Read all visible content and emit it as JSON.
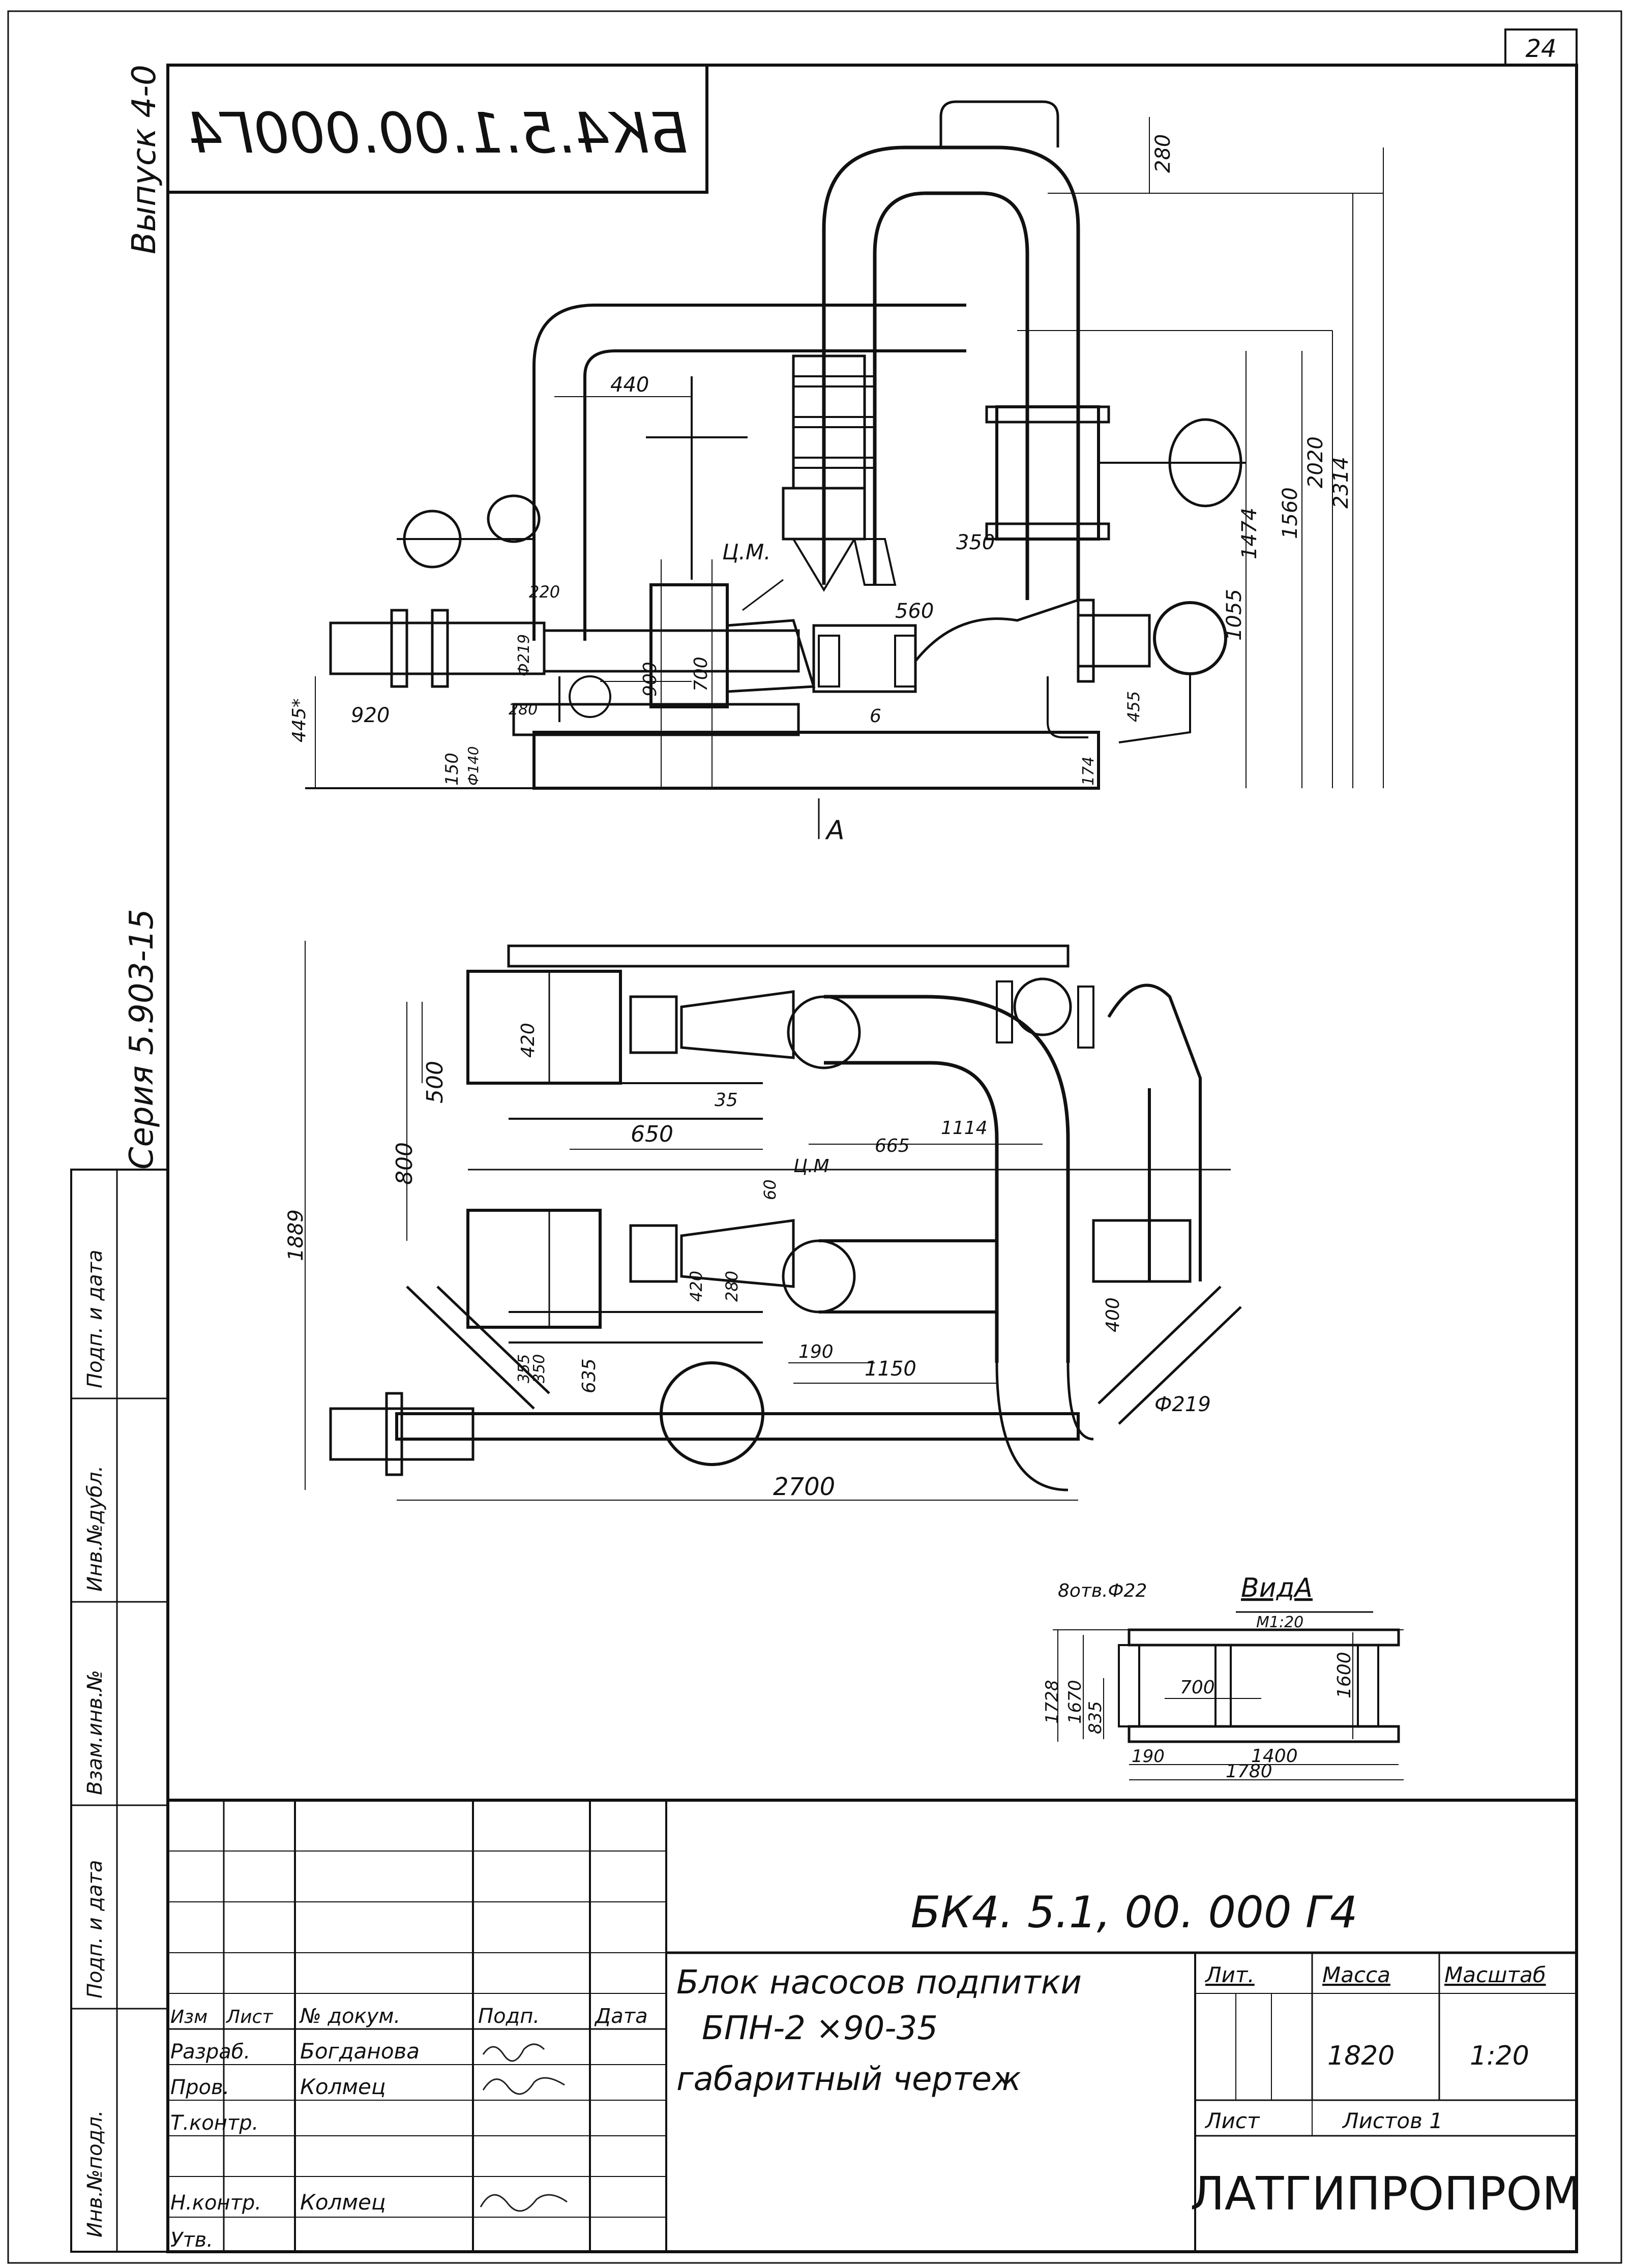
{
  "sheet_number": "24",
  "side_labels": {
    "issue": "Выпуск 4-0",
    "series": "Серия 5.903-15",
    "stub_fields": [
      "Инв.№подл.",
      "Подп. и дата",
      "Взам.инв.№",
      "Инв.№дубл.",
      "Подп. и дата"
    ]
  },
  "mirrored_code": "БК4.5.1.00.000Г4",
  "front_view": {
    "dims": [
      "280",
      "440",
      "Ц.М.",
      "350",
      "560",
      "220",
      "Ф219",
      "920",
      "900",
      "700",
      "6",
      "445*",
      "150",
      "Ф140",
      "280",
      "1055",
      "1474",
      "1560",
      "2020",
      "2314",
      "455",
      "174"
    ],
    "section_marker": "А"
  },
  "plan_view": {
    "dims": [
      "1889",
      "800",
      "500",
      "420",
      "650",
      "35",
      "60",
      "Ц.М",
      "1114",
      "665",
      "420",
      "280",
      "190",
      "1150",
      "400",
      "Ф219",
      "635",
      "350",
      "355",
      "2700"
    ]
  },
  "view_a": {
    "title": "ВидА",
    "scale": "М1:20",
    "note": "8отв.Ф22",
    "dims": [
      "1728",
      "1670",
      "835",
      "700",
      "1600",
      "190",
      "1400",
      "1780"
    ]
  },
  "title_block": {
    "document_code": "БК4. 5.1, 00. 000 Г4",
    "name_lines": [
      "Блок насосов подпитки",
      "БПН-2 ×90-35",
      "габаритный чертеж"
    ],
    "headers": {
      "izm": "Изм",
      "list": "Лист",
      "doc": "№ докум.",
      "podp": "Подп.",
      "data": "Дата"
    },
    "roles": [
      {
        "role": "Разраб.",
        "name": "Богданова"
      },
      {
        "role": "Пров.",
        "name": "Колмец"
      },
      {
        "role": "Т.контр.",
        "name": ""
      },
      {
        "role": "Н.контр.",
        "name": "Колмец"
      },
      {
        "role": "Утв.",
        "name": ""
      }
    ],
    "lit_label": "Лит.",
    "mass_label": "Масса",
    "scale_label": "Масштаб",
    "mass_value": "1820",
    "scale_value": "1:20",
    "sheet_label": "Лист",
    "sheets_label": "Листов 1",
    "organization": "ЛАТГИПРОПРОМ"
  }
}
